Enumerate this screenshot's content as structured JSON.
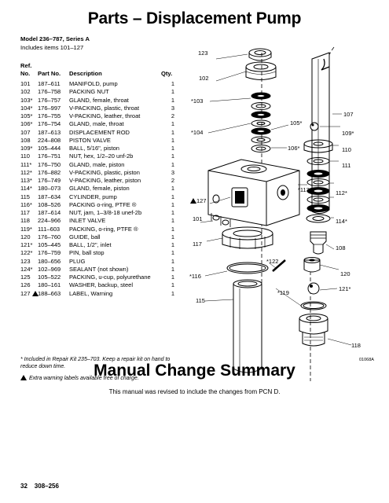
{
  "page": {
    "title": "Parts – Displacement Pump",
    "model": "Model 236–787, Series A",
    "includes": "Includes items 101–127",
    "summary_title": "Manual Change Summary",
    "summary_text": "This manual was revised to include the changes from PCN D.",
    "footer_page": "32",
    "footer_doc": "308–256"
  },
  "table": {
    "header_ref": "Ref.",
    "header_no": "No.",
    "header_part": "Part No.",
    "header_desc": "Description",
    "header_qty": "Qty.",
    "rows": [
      {
        "ref": "101",
        "part": "187–611",
        "desc": "MANIFOLD, pump",
        "qty": "1"
      },
      {
        "ref": "102",
        "part": "176–758",
        "desc": "PACKING NUT",
        "qty": "1"
      },
      {
        "ref": "103*",
        "part": "176–757",
        "desc": "GLAND, female, throat",
        "qty": "1"
      },
      {
        "ref": "104*",
        "part": "176–997",
        "desc": "V-PACKING, plastic, throat",
        "qty": "3"
      },
      {
        "ref": "105*",
        "part": "176–755",
        "desc": "V-PACKING, leather, throat",
        "qty": "2"
      },
      {
        "ref": "106*",
        "part": "176–754",
        "desc": "GLAND, male, throat",
        "qty": "1"
      },
      {
        "ref": "107",
        "part": "187–613",
        "desc": "DISPLACEMENT ROD",
        "qty": "1"
      },
      {
        "ref": "108",
        "part": "224–808",
        "desc": "PISTON VALVE",
        "qty": "1"
      },
      {
        "ref": "109*",
        "part": "105–444",
        "desc": "BALL, 5/16\", piston",
        "qty": "1"
      },
      {
        "ref": "110",
        "part": "176–751",
        "desc": "NUT, hex, 1/2–20 unf-2b",
        "qty": "1"
      },
      {
        "ref": "111*",
        "part": "176–750",
        "desc": "GLAND, male, piston",
        "qty": "1"
      },
      {
        "ref": "112*",
        "part": "176–882",
        "desc": "V-PACKING, plastic, piston",
        "qty": "3"
      },
      {
        "ref": "113*",
        "part": "176–749",
        "desc": "V-PACKING, leather, piston",
        "qty": "2"
      },
      {
        "ref": "114*",
        "part": "180–073",
        "desc": "GLAND, female, piston",
        "qty": "1"
      },
      {
        "ref": "115",
        "part": "187–634",
        "desc": "CYLINDER, pump",
        "qty": "1"
      },
      {
        "ref": "116*",
        "part": "108–526",
        "desc": "PACKING o-ring, PTFE ®",
        "qty": "1"
      },
      {
        "ref": "117",
        "part": "187–614",
        "desc": "NUT, jam, 1–3/8-18 unef-2b",
        "qty": "1"
      },
      {
        "ref": "118",
        "part": "224–966",
        "desc": "INLET VALVE",
        "qty": "1"
      },
      {
        "ref": "119*",
        "part": "111–603",
        "desc": "PACKING, o-ring, PTFE ®",
        "qty": "1"
      },
      {
        "ref": "120",
        "part": "176–760",
        "desc": "GUIDE, ball",
        "qty": "1"
      },
      {
        "ref": "121*",
        "part": "105–445",
        "desc": "BALL, 1/2\", inlet",
        "qty": "1"
      },
      {
        "ref": "122*",
        "part": "176–759",
        "desc": "PIN, ball stop",
        "qty": "1"
      },
      {
        "ref": "123",
        "part": "180–656",
        "desc": "PLUG",
        "qty": "1"
      },
      {
        "ref": "124*",
        "part": "102–969",
        "desc": "SEALANT (not shown)",
        "qty": "1"
      },
      {
        "ref": "125",
        "part": "105–522",
        "desc": "PACKING, u-cup, polyurethane",
        "qty": "1"
      },
      {
        "ref": "126",
        "part": "180–161",
        "desc": "WASHER, backup, steel",
        "qty": "1"
      },
      {
        "ref": "127",
        "part": "188–663",
        "desc": "LABEL, Warning",
        "qty": "1",
        "warning": true
      }
    ]
  },
  "notes": {
    "repair_kit": "* Included in Repair Kit 235–703. Keep a repair kit on hand to reduce down time.",
    "warning_labels": "Extra warning labels available free of charge."
  },
  "diagram": {
    "figure_number": "01068A",
    "callouts": {
      "c123": "123",
      "c102": "102",
      "c103": "*103",
      "c104": "*104",
      "c105": "105*",
      "c106": "106*",
      "c107": "107",
      "c109": "109*",
      "c110": "110",
      "c111": "111",
      "c113": "*113",
      "c112": "112*",
      "c127": "127",
      "c101": "101",
      "c114": "114*",
      "c117": "117",
      "c108": "108",
      "c122": "*122",
      "c116": "*116",
      "c120": "120",
      "c119": "*119",
      "c121": "121*",
      "c115": "115",
      "c118": "118"
    }
  }
}
